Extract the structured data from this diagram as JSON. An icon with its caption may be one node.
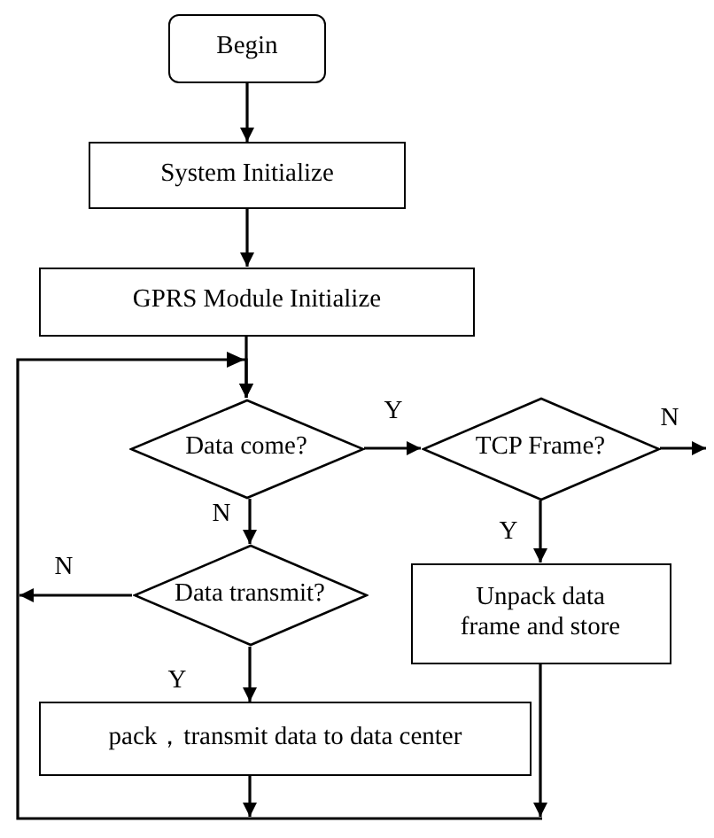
{
  "diagram": {
    "nodes": [
      {
        "text": [
          "Begin"
        ]
      },
      {
        "text": [
          "System Initialize"
        ]
      },
      {
        "text": [
          "GPRS Module Initialize"
        ]
      },
      {
        "text": [
          "Data come?"
        ]
      },
      {
        "text": [
          "TCP Frame?"
        ]
      },
      {
        "text": [
          "Data transmit?"
        ]
      },
      {
        "text": [
          "Unpack data frame and store"
        ]
      },
      {
        "text": [
          "pack，transmit data to data center"
        ]
      }
    ],
    "edges": [
      {
        "from": 0,
        "to": 1,
        "arrow": "to"
      },
      {
        "from": 1,
        "to": 2,
        "arrow": "to"
      },
      {
        "from": 2,
        "to": 3,
        "arrow": "to"
      },
      {
        "from": 3,
        "to": 4,
        "arrow": "to",
        "label": "Y"
      },
      {
        "from": 4,
        "to": null,
        "arrow": "to",
        "label": "N"
      },
      {
        "from": 3,
        "to": 5,
        "arrow": "to",
        "label": "N"
      },
      {
        "from": 4,
        "to": 6,
        "arrow": "to",
        "label": "Y"
      },
      {
        "from": 5,
        "to": 7,
        "arrow": "to",
        "label": "Y"
      },
      {
        "from": 5,
        "to": 3,
        "arrow": "to",
        "label": "N"
      },
      {
        "from": 6,
        "to": 3,
        "arrow": "to"
      },
      {
        "from": 7,
        "to": 3,
        "arrow": "to"
      }
    ]
  }
}
